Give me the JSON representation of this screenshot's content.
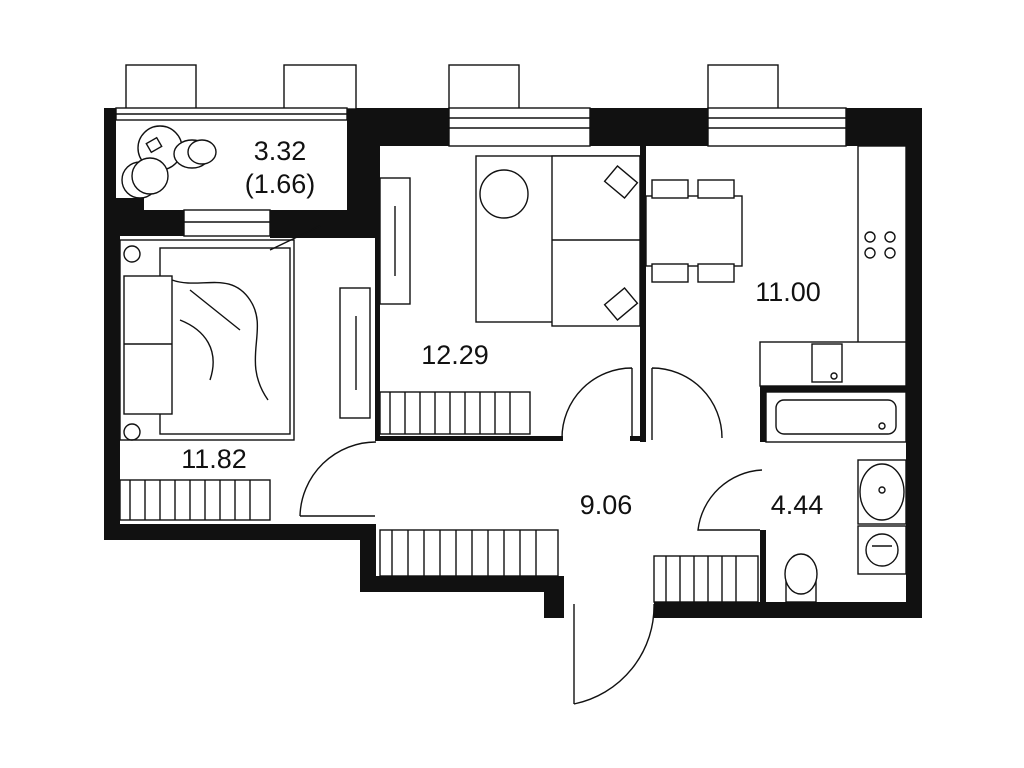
{
  "rooms": {
    "balcony": {
      "area": "3.32",
      "area_reduced": "(1.66)"
    },
    "bedroom": {
      "area": "11.82"
    },
    "living_room": {
      "area": "12.29"
    },
    "kitchen": {
      "area": "11.00"
    },
    "hallway": {
      "area": "9.06"
    },
    "bathroom": {
      "area": "4.44"
    }
  },
  "colors": {
    "wall": "#111111",
    "background": "#ffffff",
    "line": "#111111"
  }
}
